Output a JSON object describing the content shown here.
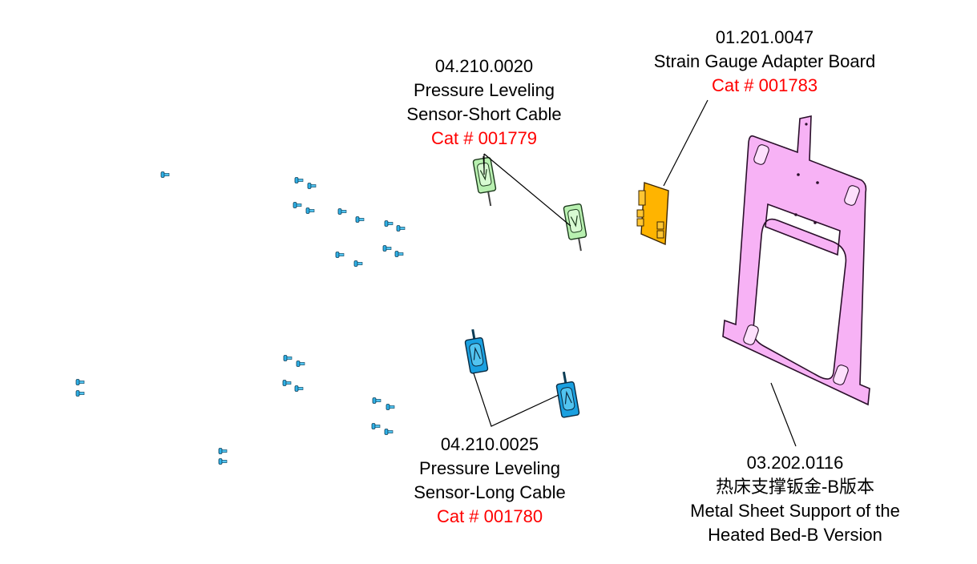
{
  "colors": {
    "catalog": "#ff0000",
    "text": "#000000",
    "screw": "#2fb0e6",
    "short_sensor": "#b8f0b0",
    "long_sensor": "#1aa0e0",
    "adapter_board": "#ffb400",
    "metal_sheet": "#f7b2f5"
  },
  "parts": [
    {
      "id": "strain-gauge-adapter-board",
      "part_number": "01.201.0047",
      "name_lines": [
        "Strain Gauge Adapter Board"
      ],
      "catalog": "Cat # 001783"
    },
    {
      "id": "pressure-leveling-sensor-short",
      "part_number": "04.210.0020",
      "name_lines": [
        "Pressure Leveling",
        "Sensor-Short Cable"
      ],
      "catalog": "Cat # 001779"
    },
    {
      "id": "pressure-leveling-sensor-long",
      "part_number": "04.210.0025",
      "name_lines": [
        "Pressure Leveling",
        "Sensor-Long Cable"
      ],
      "catalog": "Cat # 001780"
    },
    {
      "id": "metal-sheet-support",
      "part_number": "03.202.0116",
      "name_lines": [
        "热床支撑钣金-B版本",
        "Metal Sheet Support of the",
        "Heated Bed-B Version"
      ],
      "catalog": ""
    }
  ],
  "screw_icon": "screw-icon"
}
